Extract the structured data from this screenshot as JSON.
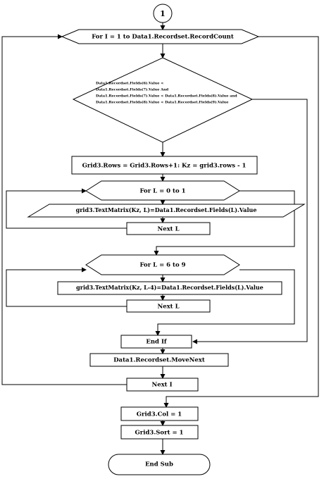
{
  "diagram": {
    "connector": "1",
    "loop_outer": "For I = 1 to Data1.Recordset.RecordCount",
    "condition_lines": [
      "Data1.Recordset.Fields(6).Value <",
      "Data1.Recordset.Fields(7).Value And",
      "Data1.Recordset.Fields(7).Value < Data1.Recordset.Fields(8).Value and",
      "Data1.Recordset.Fields(8).Value < Data1.Recordset.Fields(9).Value"
    ],
    "rows_step": "Grid3.Rows = Grid3.Rows+1:  Kz = grid3.rows - 1",
    "loop_l1": "For L = 0 to 1",
    "assign_1": "grid3.TextMatrix(Kz, L)=Data1.Recordset.Fields(L).Value",
    "next_l1": "Next L",
    "loop_l2": "For L = 6 to 9",
    "assign_2": "grid3.TextMatrix(Kz, L-4)=Data1.Recordset.Fields(L).Value",
    "next_l2": "Next L",
    "end_if": "End If",
    "move_next": "Data1.Recordset.MoveNext",
    "next_i": "Next I",
    "col_step": "Grid3.Col = 1",
    "sort_step": "Grid3.Sort = 1",
    "end_sub": "End Sub"
  }
}
